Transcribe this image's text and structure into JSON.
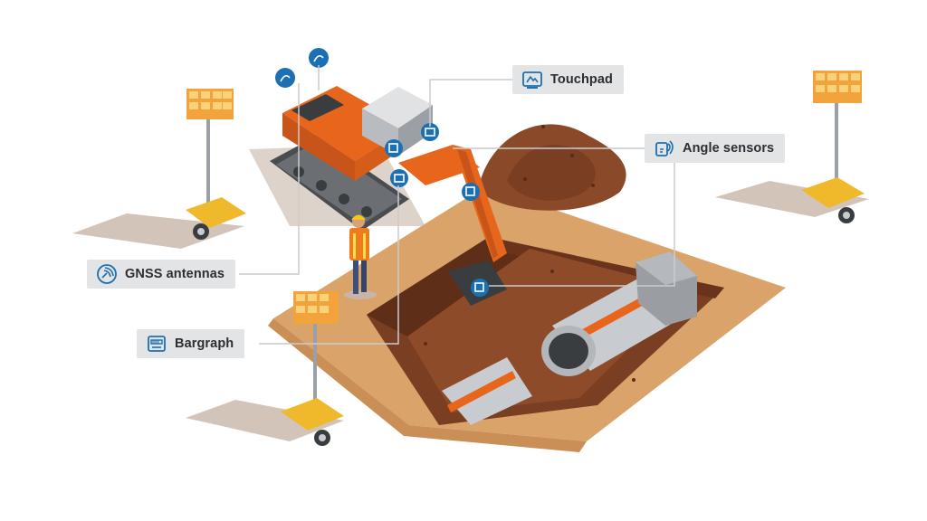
{
  "callouts": {
    "touchpad": {
      "label": "Touchpad",
      "icon": "touchpad-icon"
    },
    "angle_sensors": {
      "label": "Angle sensors",
      "icon": "angle-sensor-icon"
    },
    "gnss_antennas": {
      "label": "GNSS antennas",
      "icon": "gnss-antenna-icon"
    },
    "bargraph": {
      "label": "Bargraph",
      "icon": "bargraph-icon"
    }
  },
  "colors": {
    "accent_blue": "#1b6fb3",
    "machine_orange": "#e8661b",
    "soil_brown": "#8a4a2a",
    "sand": "#d9a36a",
    "callout_bg": "#e3e4e6",
    "connector_line": "#c9ccd0"
  }
}
